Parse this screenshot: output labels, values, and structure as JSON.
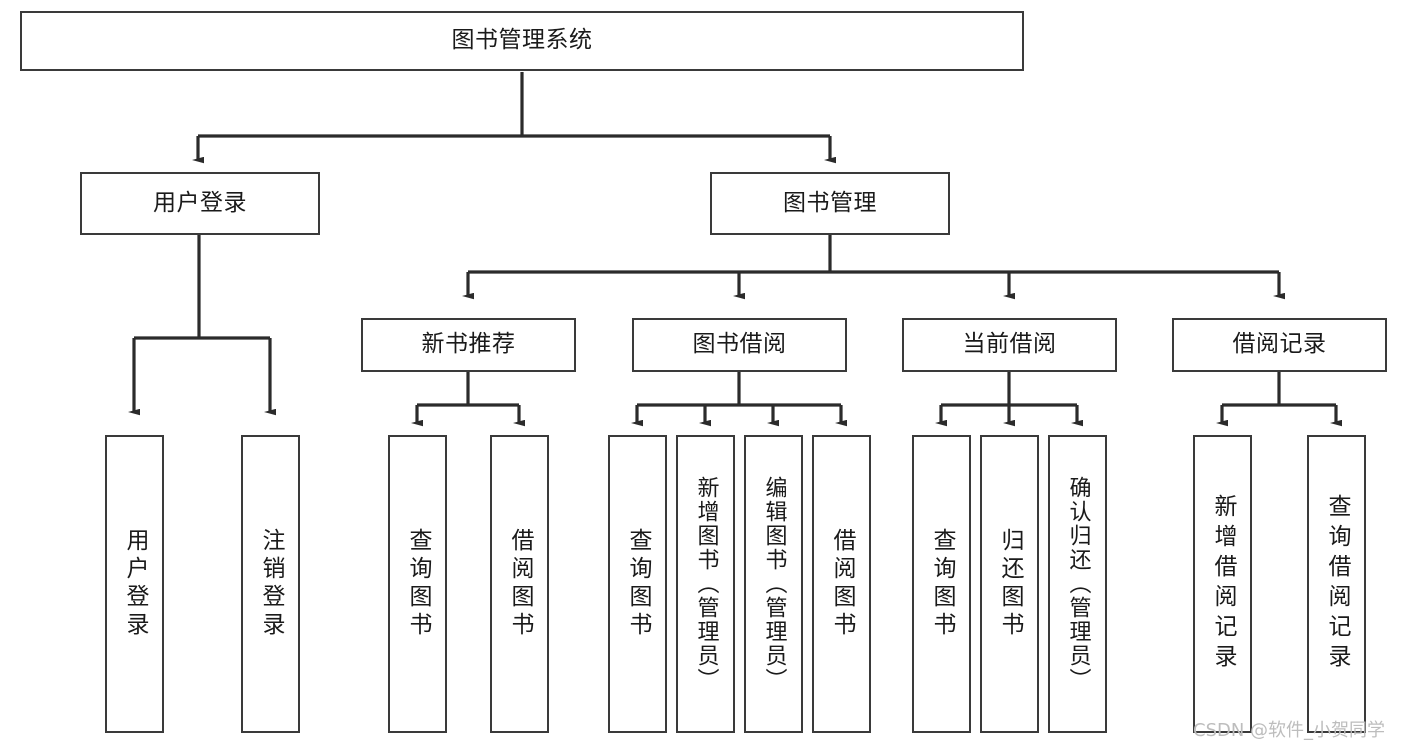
{
  "diagram": {
    "title": "图书管理系统",
    "type": "hierarchy-tree",
    "watermark": "CSDN @软件_小贺同学",
    "colors": {
      "background": "#ffffff",
      "box_border": "#3a3a3a",
      "box_fill": "#ffffff",
      "connector": "#2b2b2b",
      "text": "#1a1a1a",
      "watermark": "#bdbdbd"
    },
    "levels": {
      "root": "图书管理系统",
      "level2": [
        "用户登录",
        "图书管理"
      ],
      "level3": [
        "新书推荐",
        "图书借阅",
        "当前借阅",
        "借阅记录"
      ]
    },
    "nodes": {
      "root": {
        "label": "图书管理系统"
      },
      "user_login": {
        "label": "用户登录"
      },
      "book_mgmt": {
        "label": "图书管理"
      },
      "new_book_rec": {
        "label": "新书推荐"
      },
      "book_borrow": {
        "label": "图书借阅"
      },
      "current_borrow": {
        "label": "当前借阅"
      },
      "borrow_record": {
        "label": "借阅记录"
      },
      "leaf_user_login": {
        "label": "用户登录"
      },
      "leaf_logout": {
        "label": "注销登录"
      },
      "leaf_query_book_1": {
        "label": "查询图书"
      },
      "leaf_borrow_book_1": {
        "label": "借阅图书"
      },
      "leaf_query_book_2": {
        "label": "查询图书"
      },
      "leaf_add_book": {
        "label": "新增图书（管理员）"
      },
      "leaf_edit_book": {
        "label": "编辑图书（管理员）"
      },
      "leaf_borrow_book_2": {
        "label": "借阅图书"
      },
      "leaf_query_book_3": {
        "label": "查询图书"
      },
      "leaf_return_book": {
        "label": "归还图书"
      },
      "leaf_confirm_return": {
        "label": "确认归还（管理员）"
      },
      "leaf_add_record": {
        "label": "新增借阅记录"
      },
      "leaf_query_record": {
        "label": "查询借阅记录"
      }
    },
    "edges": [
      {
        "from": "图书管理系统",
        "to": "用户登录"
      },
      {
        "from": "图书管理系统",
        "to": "图书管理"
      },
      {
        "from": "图书管理",
        "to": "新书推荐"
      },
      {
        "from": "图书管理",
        "to": "图书借阅"
      },
      {
        "from": "图书管理",
        "to": "当前借阅"
      },
      {
        "from": "图书管理",
        "to": "借阅记录"
      },
      {
        "from": "用户登录",
        "to": "用户登录"
      },
      {
        "from": "用户登录",
        "to": "注销登录"
      },
      {
        "from": "新书推荐",
        "to": "查询图书"
      },
      {
        "from": "新书推荐",
        "to": "借阅图书"
      },
      {
        "from": "图书借阅",
        "to": "查询图书"
      },
      {
        "from": "图书借阅",
        "to": "新增图书（管理员）"
      },
      {
        "from": "图书借阅",
        "to": "编辑图书（管理员）"
      },
      {
        "from": "图书借阅",
        "to": "借阅图书"
      },
      {
        "from": "当前借阅",
        "to": "查询图书"
      },
      {
        "from": "当前借阅",
        "to": "归还图书"
      },
      {
        "from": "当前借阅",
        "to": "确认归还（管理员）"
      },
      {
        "from": "借阅记录",
        "to": "新增借阅记录"
      },
      {
        "from": "借阅记录",
        "to": "查询借阅记录"
      }
    ]
  }
}
